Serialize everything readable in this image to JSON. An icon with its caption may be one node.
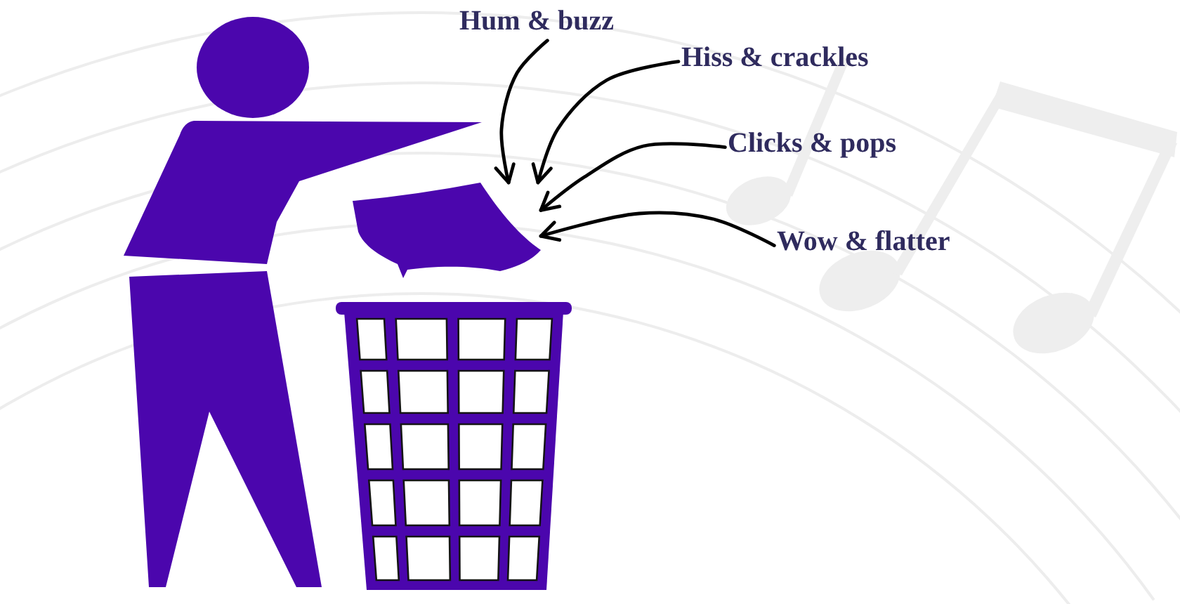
{
  "diagram": {
    "nodes": [
      {
        "text": [
          "Hum & buzz"
        ]
      },
      {
        "text": [
          "Hiss & crackles"
        ]
      },
      {
        "text": [
          "Clicks & pops"
        ]
      },
      {
        "text": [
          "Wow & flatter"
        ]
      },
      {
        "text": [],
        "shape": "picture"
      }
    ],
    "edges": [
      {
        "from": 0,
        "to": 4,
        "arrow": "to"
      },
      {
        "from": 1,
        "to": 4,
        "arrow": "to"
      },
      {
        "from": 2,
        "to": 4,
        "arrow": "to"
      },
      {
        "from": 3,
        "to": 4,
        "arrow": "to"
      }
    ]
  }
}
